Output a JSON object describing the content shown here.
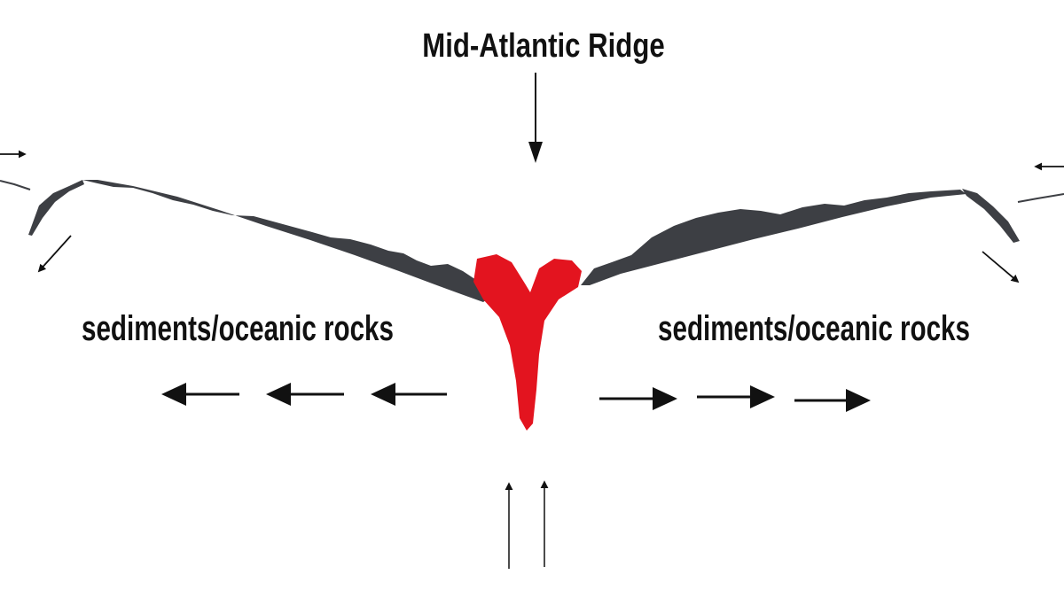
{
  "diagram": {
    "title": "Mid-Atlantic Ridge",
    "left_label": "sediments/oceanic rocks",
    "right_label": "sediments/oceanic rocks",
    "colors": {
      "background": "#ffffff",
      "crust": "#3d3f44",
      "magma": "#e3141f",
      "ink": "#111111"
    }
  }
}
